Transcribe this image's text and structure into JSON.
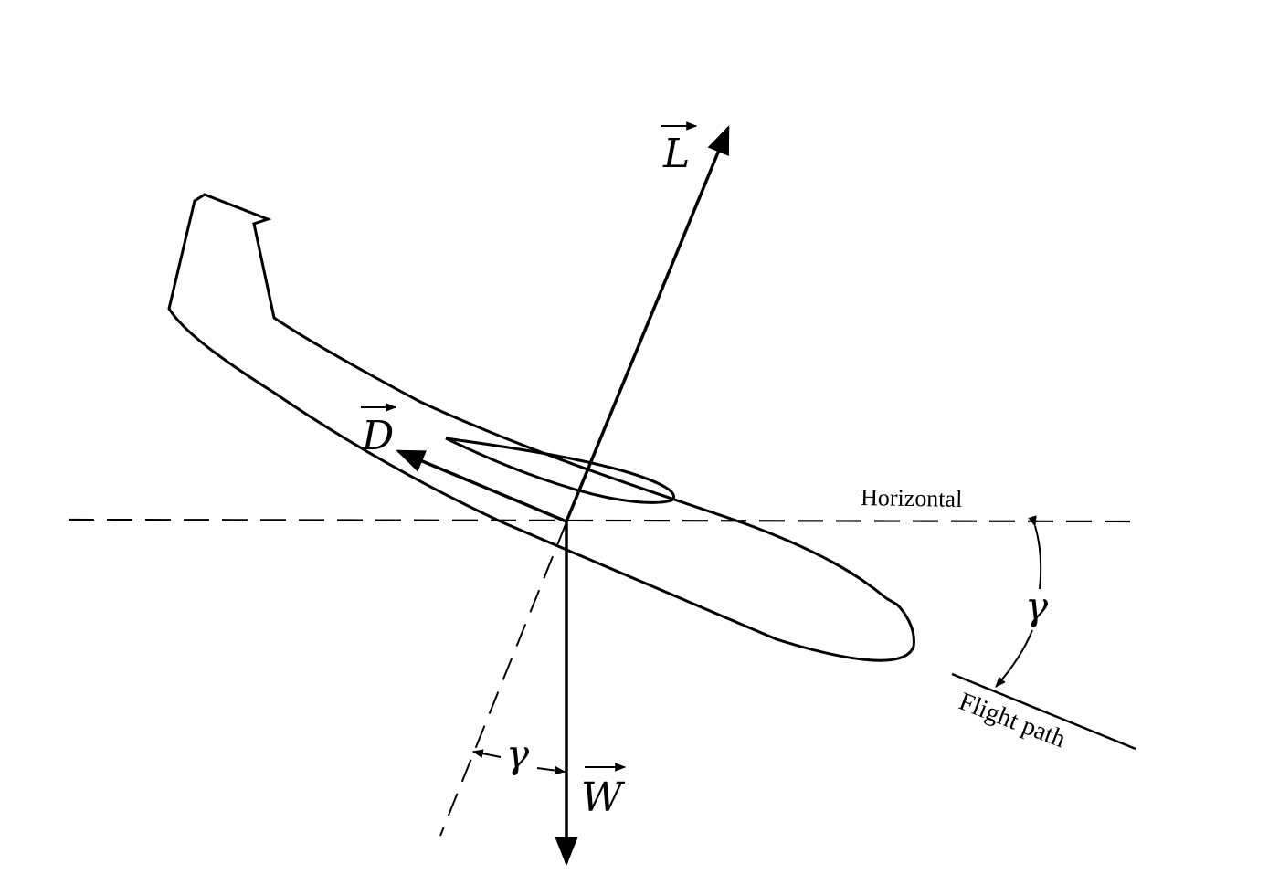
{
  "diagram": {
    "forces": {
      "lift_label": "L",
      "drag_label": "D",
      "weight_label": "W"
    },
    "angle_symbol": "γ",
    "angle_symbol_lower": "γ",
    "horizontal_label": "Horizontal",
    "flight_path_label": "Flight path",
    "colors": {
      "ink": "#000000",
      "background": "#ffffff"
    }
  }
}
